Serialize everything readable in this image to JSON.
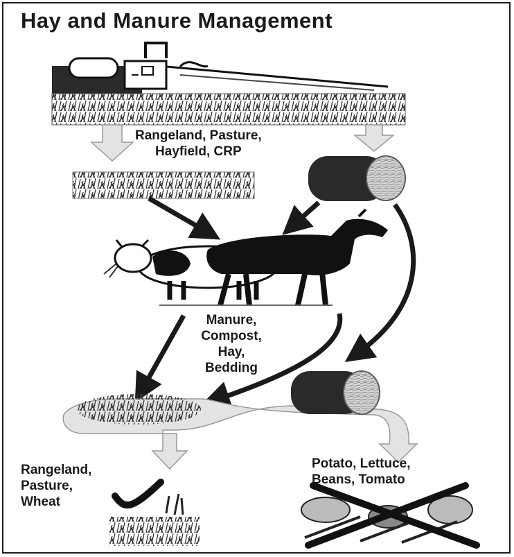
{
  "title": "Hay and Manure Management",
  "labels": {
    "sources_line1": "Rangeland, Pasture,",
    "sources_line2": "Hayfield, CRP",
    "outputs_line1": "Manure,",
    "outputs_line2": "Compost,",
    "outputs_line3": "Hay,",
    "outputs_line4": "Bedding",
    "safe_line1": "Rangeland,",
    "safe_line2": "Pasture,",
    "safe_line3": "Wheat",
    "unsafe_line1": "Potato, Lettuce,",
    "unsafe_line2": "Beans, Tomato"
  },
  "colors": {
    "ink": "#1a1a1a",
    "grass": "#555555",
    "pale_arrow": "#e3e3e3",
    "accent_check": "#111111",
    "cross": "#111111"
  },
  "icons": [
    "sprayer-tractor-icon",
    "grass-strip-icon",
    "hay-bale-icon",
    "cow-icon",
    "horse-icon",
    "manure-pile-icon",
    "checkmark-icon",
    "cross-out-icon",
    "vegetables-icon",
    "wheat-icon"
  ]
}
